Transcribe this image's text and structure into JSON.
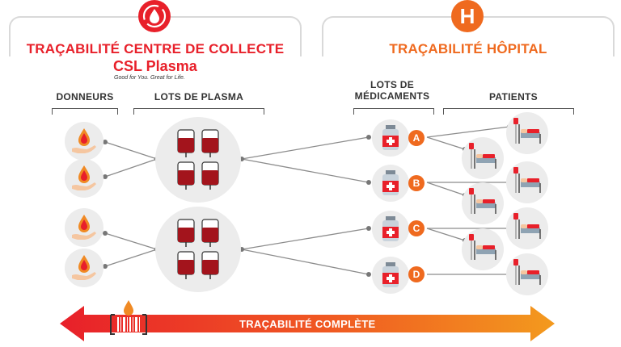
{
  "left_panel": {
    "title": "TRAÇABILITÉ CENTRE DE COLLECTE",
    "icon": "blood-drop-cycle-icon",
    "title_color": "#e8202a"
  },
  "right_panel": {
    "title": "TRAÇABILITÉ HÔPITAL",
    "icon_letter": "H",
    "title_color": "#ef6a1f"
  },
  "logo": {
    "name": "CSL Plasma",
    "tagline": "Good for You. Great for Life."
  },
  "columns": {
    "donors": "DONNEURS",
    "plasma_lots": "LOTS DE PLASMA",
    "drug_lots_line1": "LOTS DE",
    "drug_lots_line2": "MÉDICAMENTS",
    "patients": "PATIENTS"
  },
  "lot_tags": [
    "A",
    "B",
    "C",
    "D"
  ],
  "bottom_arrow": {
    "label": "TRAÇABILITÉ COMPLÈTE"
  },
  "colors": {
    "red": "#e8202a",
    "orange": "#ef6a1f",
    "circle_bg": "#ececec",
    "line": "#8c8c8c"
  }
}
